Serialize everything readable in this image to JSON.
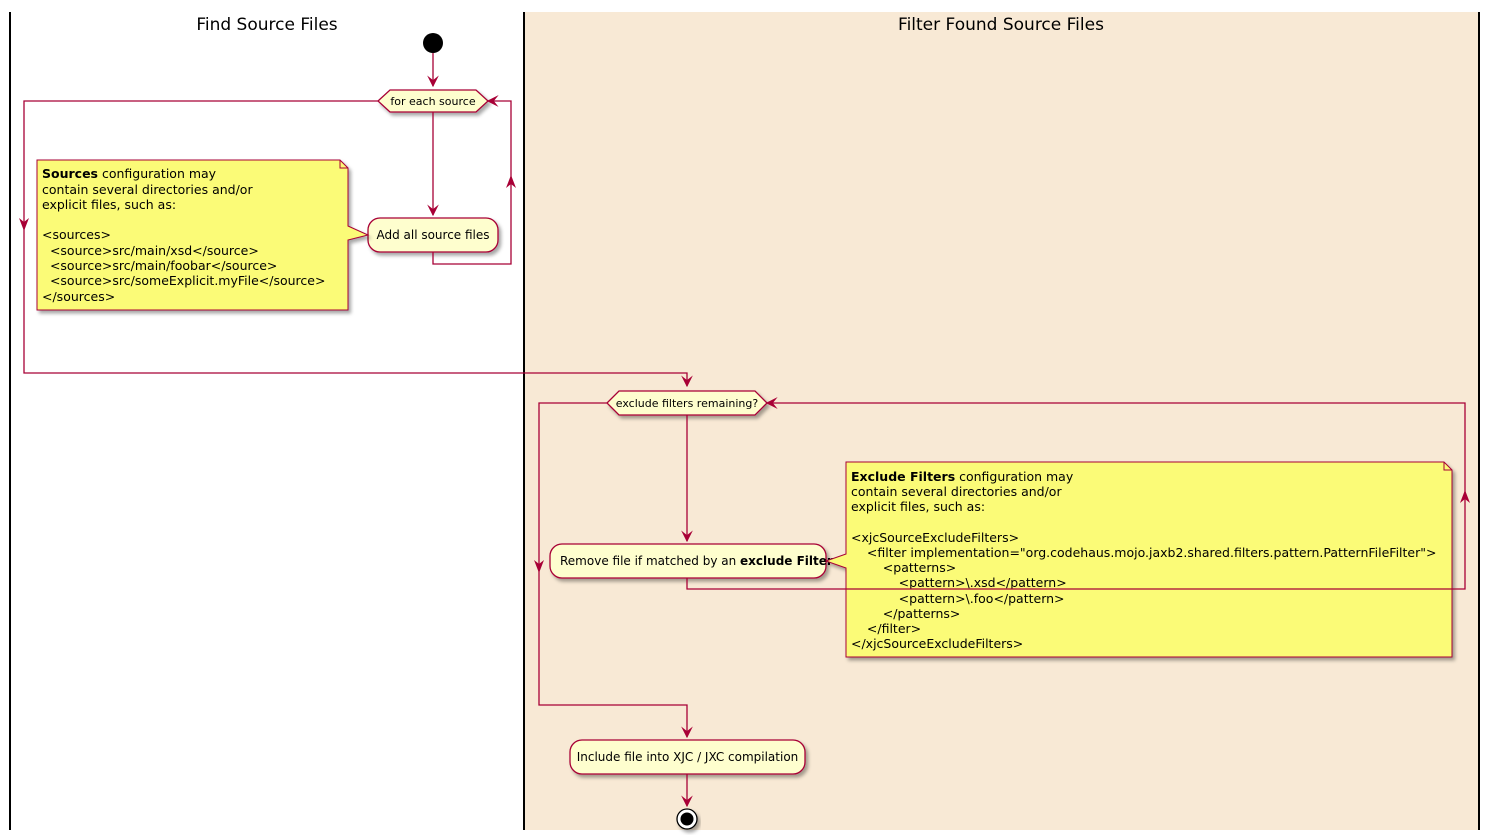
{
  "swimlanes": {
    "left_title": "Find Source Files",
    "right_title": "Filter Found Source Files"
  },
  "nodes": {
    "loop1_label": "for each source",
    "add_sources": "Add all source files",
    "loop2_label": "exclude filters remaining?",
    "remove_file_prefix": "Remove file if matched by an ",
    "remove_file_bold": "exclude Filter",
    "include_file": "Include file into XJC / JXC compilation"
  },
  "notes": {
    "sources_note": {
      "bold": "Sources",
      "line1_rest": " configuration may",
      "line2": "contain several directories and/or",
      "line3": "explicit files, such as:",
      "line5": "<sources>",
      "line6": "  <source>src/main/xsd</source>",
      "line7": "  <source>src/main/foobar</source>",
      "line8": "  <source>src/someExplicit.myFile</source>",
      "line9": "</sources>"
    },
    "exclude_note": {
      "bold": "Exclude Filters",
      "line1_rest": " configuration may",
      "line2": "contain several directories and/or",
      "line3": "explicit files, such as:",
      "line5": "<xjcSourceExcludeFilters>",
      "line6": "    <filter implementation=\"org.codehaus.mojo.jaxb2.shared.filters.pattern.PatternFileFilter\">",
      "line7": "        <patterns>",
      "line8": "            <pattern>\\.xsd</pattern>",
      "line9": "            <pattern>\\.foo</pattern>",
      "line10": "        </patterns>",
      "line11": "    </filter>",
      "line12": "</xjcSourceExcludeFilters>"
    }
  },
  "colors": {
    "lane_right_bg": "#F8E9D5",
    "arrow": "#A80036",
    "node_fill": "#FEFECE",
    "note_fill": "#FBFB77",
    "note_stroke": "#A80036"
  }
}
